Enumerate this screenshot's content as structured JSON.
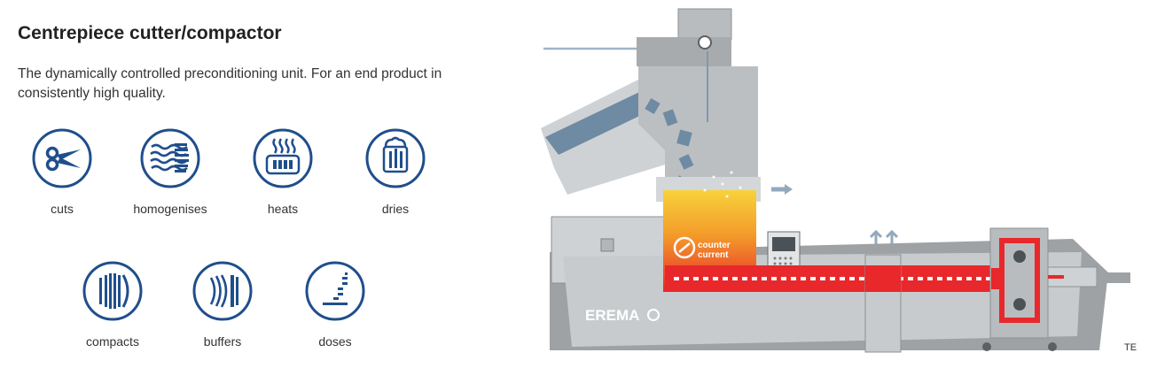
{
  "section": {
    "title": "Centrepiece cutter/compactor",
    "description": "The dynamically controlled preconditioning unit. For an end product in consistently high quality."
  },
  "features": [
    {
      "label": "cuts",
      "icon": "scissors-icon"
    },
    {
      "label": "homogenises",
      "icon": "homogenise-waves-icon"
    },
    {
      "label": "heats",
      "icon": "heater-icon"
    },
    {
      "label": "dries",
      "icon": "dryer-icon"
    },
    {
      "label": "compacts",
      "icon": "compact-lines-icon"
    },
    {
      "label": "buffers",
      "icon": "buffer-curves-icon"
    },
    {
      "label": "doses",
      "icon": "dosing-steps-icon"
    }
  ],
  "machine": {
    "badge_line1": "counter",
    "badge_line2": "current",
    "brand": "EREMA",
    "corner_label": "TE"
  },
  "colors": {
    "icon_blue": "#1f4e8c",
    "machine_grey": "#c8cbcd",
    "heat_red": "#e8282b",
    "flow_arrow": "#93a9bd"
  }
}
